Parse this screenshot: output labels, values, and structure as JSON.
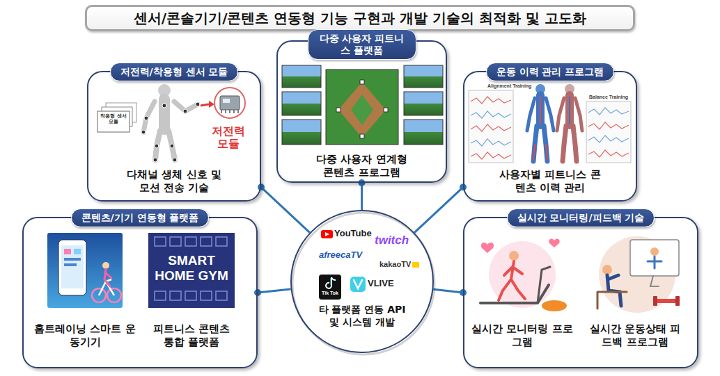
{
  "diagram": {
    "title": "센서/콘솔기기/콘텐츠 연동형 기능 구현과 개발 기술의 최적화 및 고도화",
    "nodes": [
      {
        "text": [
          "저전력/착용형 센서 모듈",
          "다채널 생체 신호 및 모션 전송 기술"
        ]
      },
      {
        "text": [
          "다중 사용자 피트니스 플랫폼",
          "다중 사용자 연계형 콘텐츠 프로그램"
        ]
      },
      {
        "text": [
          "운동 이력 관리 프로그램",
          "사용자별 피트니스 콘텐츠 이력 관리"
        ]
      },
      {
        "text": [
          "콘텐츠/기기 연동형 플랫폼",
          "홈트레이닝 스마트 운동기기",
          "피트니스 콘텐츠 통합 플랫폼"
        ]
      },
      {
        "text": [
          "타 플랫폼 연동 API 및 시스템 개발"
        ]
      },
      {
        "text": [
          "실시간 모니터링/피드백 기술",
          "실시간 모니터링 프로그램",
          "실시간 운동상태 피드백 프로그램"
        ]
      }
    ],
    "edges": [
      {
        "from": 4,
        "to": 0,
        "arrow": "none"
      },
      {
        "from": 4,
        "to": 1,
        "arrow": "none"
      },
      {
        "from": 4,
        "to": 2,
        "arrow": "none"
      },
      {
        "from": 4,
        "to": 3,
        "arrow": "none"
      },
      {
        "from": 4,
        "to": 5,
        "arrow": "none"
      }
    ],
    "labels": [
      "저전력 모듈",
      "착용형 센서 모듈",
      "Alignment Training",
      "Balance Training",
      "SMART HOME GYM",
      "YouTube",
      "twitch",
      "afreecaTV",
      "kakaoTV",
      "Tik Tok",
      "VLIVE"
    ]
  }
}
